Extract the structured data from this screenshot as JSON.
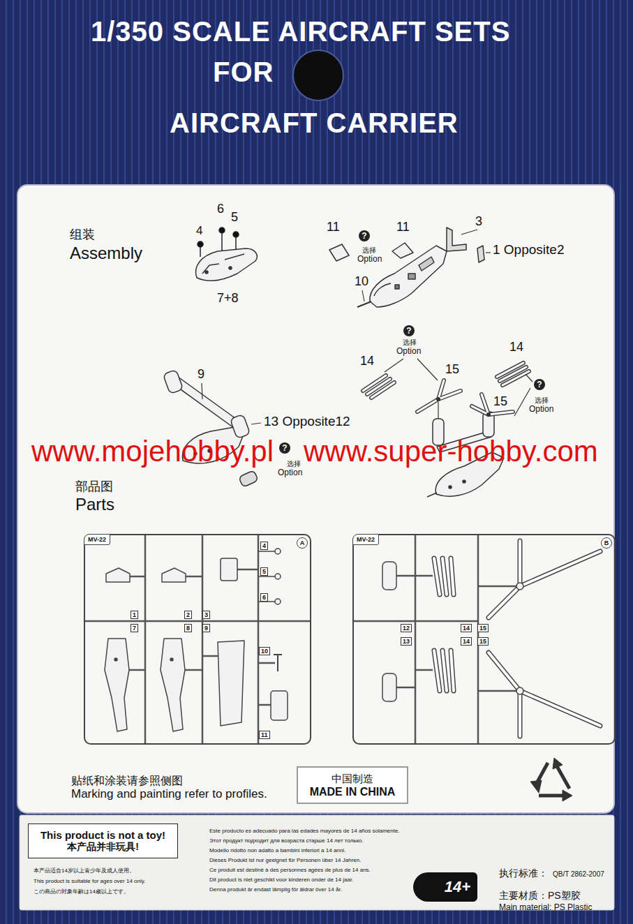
{
  "diagram": {
    "title": "1/350 SCALE AIRCRAFT SETS",
    "nodes": [
      {
        "text": [
          "MV-22",
          "A"
        ]
      },
      {
        "text": [
          "MV-22",
          "B"
        ]
      },
      {
        "text": [
          "中国制造",
          "MADE IN CHINA"
        ]
      },
      {
        "text": [
          "This product is not a toy!",
          "本产品并非玩具!"
        ]
      },
      {
        "text": [
          "14+"
        ]
      }
    ],
    "labels": [
      "FOR",
      "AIRCRAFT CARRIER",
      "组装",
      "Assembly",
      "4",
      "6",
      "5",
      "7+8",
      "11",
      "?",
      "选择",
      "Option",
      "11",
      "3",
      "1 Opposite2",
      "10",
      "?",
      "选择",
      "Option",
      "14",
      "15",
      "14",
      "?",
      "选择",
      "Option",
      "15",
      "9",
      "13 Opposite12",
      "?",
      "选择",
      "Option",
      "www.mojehobby.pl",
      "www.super-hobby.com",
      "部品图",
      "Parts",
      "4",
      "5",
      "6",
      "1",
      "2",
      "3",
      "7",
      "8",
      "9",
      "10",
      "11",
      "12",
      "14",
      "15",
      "13",
      "14",
      "15",
      "贴纸和涂装请参照侧图",
      "Marking and painting refer to profiles.",
      "本产品适合14岁以上青少年及成人使用。",
      "This product is suitable for ages over 14 only.",
      "この商品の対象年齢は14歳以上です。",
      "Este producto es adecuado para las edades mayores de 14 años solamente.",
      "Этот продукт подходит для возраста старше 14 лет только.",
      "Modello ridotto non adatto a bambini inferiori a 14 anni.",
      "Dieses Produkt ist nur geeignet für Personen über 14 Jahren.",
      "Ce produit est destiné à des personnes agées de plus de 14 ans.",
      "Dit product is niet geschikt voor kinderen onder de 14 jaar.",
      "Denna produkt är endast lämplig för äldrar över 14 år.",
      "执行标准：",
      "QB/T 2862-2007",
      "主要材质：PS塑胶",
      "Main material: PS Plastic"
    ]
  }
}
